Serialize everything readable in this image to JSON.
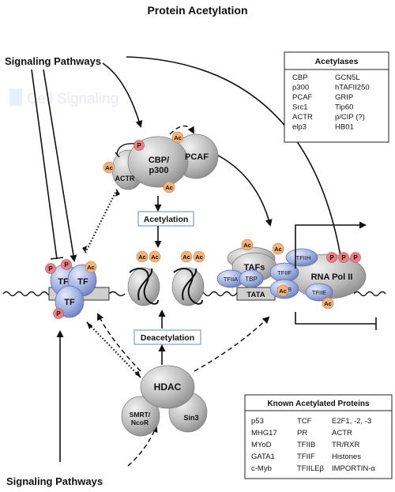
{
  "title": "Protein Acetylation",
  "labels": {
    "signaling_top": "Signaling Pathways",
    "signaling_bottom": "Signaling Pathways",
    "acetylation": "Acetylation",
    "deacetylation": "Deacetylation"
  },
  "watermark": "Cell Signaling",
  "nodes": {
    "tf1": "TF",
    "tf2": "TF",
    "tf3": "TF",
    "cbp": [
      "CBP/",
      "p300"
    ],
    "pcaf": "PCAF",
    "actr": "ACTR",
    "tafs": "TAFs",
    "tfiia": "TFIIA",
    "tbp": "TBP",
    "tfiif": "TFIIF",
    "tfiib": "TFIIB",
    "tfiih": "TFIIH",
    "rnapol": "RNA Pol II",
    "tfiie": "TFIIE",
    "tata": "TATA",
    "hdac": "HDAC",
    "smrt": [
      "SMRT/",
      "NcoR"
    ],
    "sin3": "Sin3"
  },
  "badges": {
    "ac": "Ac",
    "p": "P"
  },
  "acetylases": {
    "title": "Acetylases",
    "col1": [
      "CBP",
      "p300",
      "PCAF",
      "Src1",
      "ACTR",
      "elp3"
    ],
    "col2": [
      "GCN5L",
      "hTAFII250",
      "GRIP",
      "Tip60",
      "p/CIP (?)",
      "HB01"
    ]
  },
  "acetylated_proteins": {
    "title": "Known Acetylated Proteins",
    "col1": [
      "p53",
      "MHG17",
      "MYoD",
      "GATA1",
      "c-Myb"
    ],
    "col2": [
      "TCF",
      "PR",
      "TFIIB",
      "TFIIF",
      "TFIILEβ"
    ],
    "col3": [
      "E2F1, -2, -3",
      "ACTR",
      "TR/RXR",
      "Histones",
      "IMPORTIN-α"
    ]
  }
}
